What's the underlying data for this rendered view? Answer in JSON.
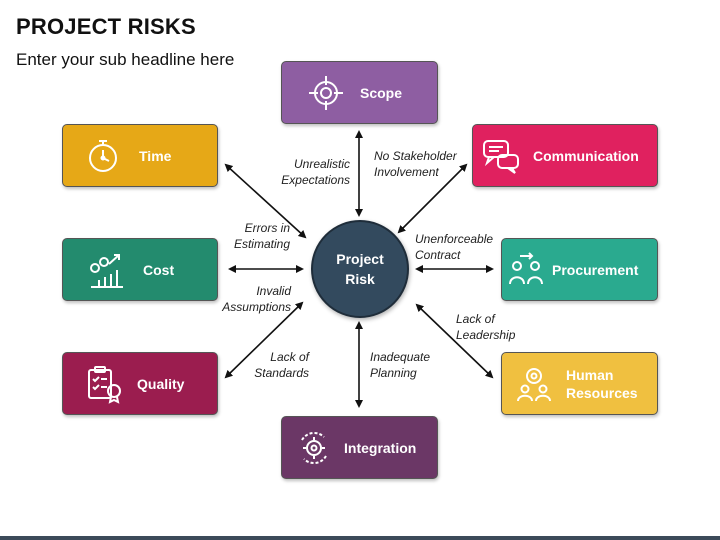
{
  "header": {
    "title": "PROJECT RISKS",
    "subtitle": "Enter your sub headline here"
  },
  "center": {
    "line1": "Project",
    "line2": "Risk",
    "color": "#334a5e"
  },
  "nodes": [
    {
      "id": "scope",
      "label": "Scope",
      "color": "#8e5ea2",
      "icon": "target-icon"
    },
    {
      "id": "time",
      "label": "Time",
      "color": "#e6a817",
      "icon": "stopwatch-icon"
    },
    {
      "id": "communication",
      "label": "Communication",
      "color": "#e0215f",
      "icon": "chat-bubbles-icon"
    },
    {
      "id": "cost",
      "label": "Cost",
      "color": "#238b6e",
      "icon": "growth-chart-icon"
    },
    {
      "id": "procurement",
      "label": "Procurement",
      "color": "#2aaa8f",
      "icon": "buyer-seller-icon"
    },
    {
      "id": "quality",
      "label": "Quality",
      "color": "#9b1d4f",
      "icon": "checklist-badge-icon"
    },
    {
      "id": "human_resources",
      "label_line1": "Human",
      "label_line2": "Resources",
      "color": "#f0c040",
      "icon": "team-gear-icon"
    },
    {
      "id": "integration",
      "label": "Integration",
      "color": "#6b3766",
      "icon": "gear-cycle-icon"
    }
  ],
  "relations": {
    "unrealistic_expectations": {
      "line1": "Unrealistic",
      "line2": "Expectations"
    },
    "no_stakeholder": {
      "line1": "No Stakeholder",
      "line2": "Involvement"
    },
    "errors_estimating": {
      "line1": "Errors in",
      "line2": "Estimating"
    },
    "unenforceable_contract": {
      "line1": "Unenforceable",
      "line2": "Contract"
    },
    "invalid_assumptions": {
      "line1": "Invalid",
      "line2": "Assumptions"
    },
    "lack_leadership": {
      "line1": "Lack of",
      "line2": "Leadership"
    },
    "lack_standards": {
      "line1": "Lack of",
      "line2": "Standards"
    },
    "inadequate_planning": {
      "line1": "Inadequate",
      "line2": "Planning"
    }
  }
}
